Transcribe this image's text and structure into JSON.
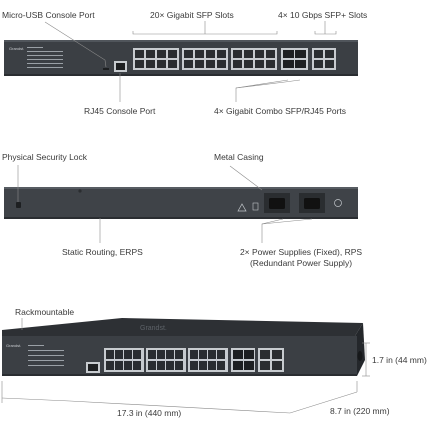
{
  "front": {
    "micro_usb_label": "Micro-USB Console Port",
    "sfp_slots_label": "20× Gigabit SFP Slots",
    "sfp_plus_label": "4× 10 Gbps SFP+ Slots",
    "rj45_console_label": "RJ45 Console Port",
    "combo_label": "4× Gigabit Combo SFP/RJ45 Ports"
  },
  "rear": {
    "security_lock_label": "Physical Security Lock",
    "metal_casing_label": "Metal Casing",
    "routing_label": "Static Routing, ERPS",
    "power_label_line1": "2× Power Supplies (Fixed), RPS",
    "power_label_line2": "(Redundant Power Supply)"
  },
  "perspective": {
    "rackmount_label": "Rackmountable",
    "height_label": "1.7 in (44 mm)",
    "width_label": "17.3 in (440 mm)",
    "depth_label": "8.7 in (220 mm)"
  },
  "colors": {
    "chassis": "#3b3f44",
    "port": "#cfd3d6",
    "port_dark": "#1d1f21",
    "callout_line": "#8a8a8a"
  }
}
